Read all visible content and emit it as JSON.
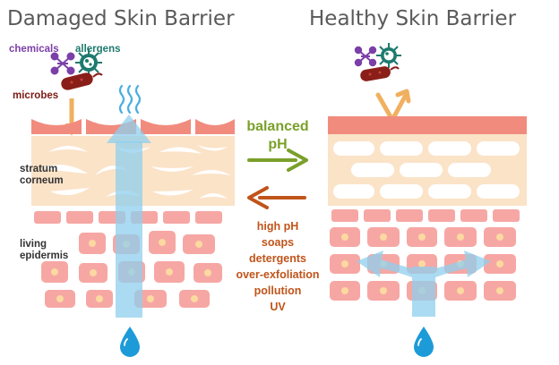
{
  "titles": {
    "damaged": "Damaged Skin Barrier",
    "healthy": "Healthy Skin Barrier"
  },
  "labels": {
    "chemicals": "chemicals",
    "allergens": "allergens",
    "microbes": "microbes",
    "stratum_line1": "stratum",
    "stratum_line2": "corneum",
    "living_line1": "living",
    "living_line2": "epidermis"
  },
  "middle": {
    "balanced_line1": "balanced",
    "balanced_line2": "pH",
    "disruptors": [
      "high pH",
      "soaps",
      "detergents",
      "over-exfoliation",
      "pollution",
      "UV"
    ]
  },
  "colors": {
    "title": "#5a5a5a",
    "chemicals_label": "#7b3fa8",
    "allergens_label": "#1e7a6e",
    "microbes_label": "#7a1a14",
    "layer_label": "#333333",
    "balanced": "#7aa02a",
    "disruptor": "#c0541a",
    "corneum_bg": "#fbe3c8",
    "lipid_cell": "#ffffff",
    "epidermis_cell": "#f6a7a4",
    "nucleus": "#fbd9a0",
    "surface": "#f18b7e",
    "water": "#8fcfee",
    "water_drop": "#1d9bd8"
  },
  "icons": {
    "chemical": "molecule-icon",
    "allergen": "virus-icon",
    "microbe": "bacteria-icon",
    "water": "water-drop-icon",
    "evaporation": "steam-icon"
  }
}
